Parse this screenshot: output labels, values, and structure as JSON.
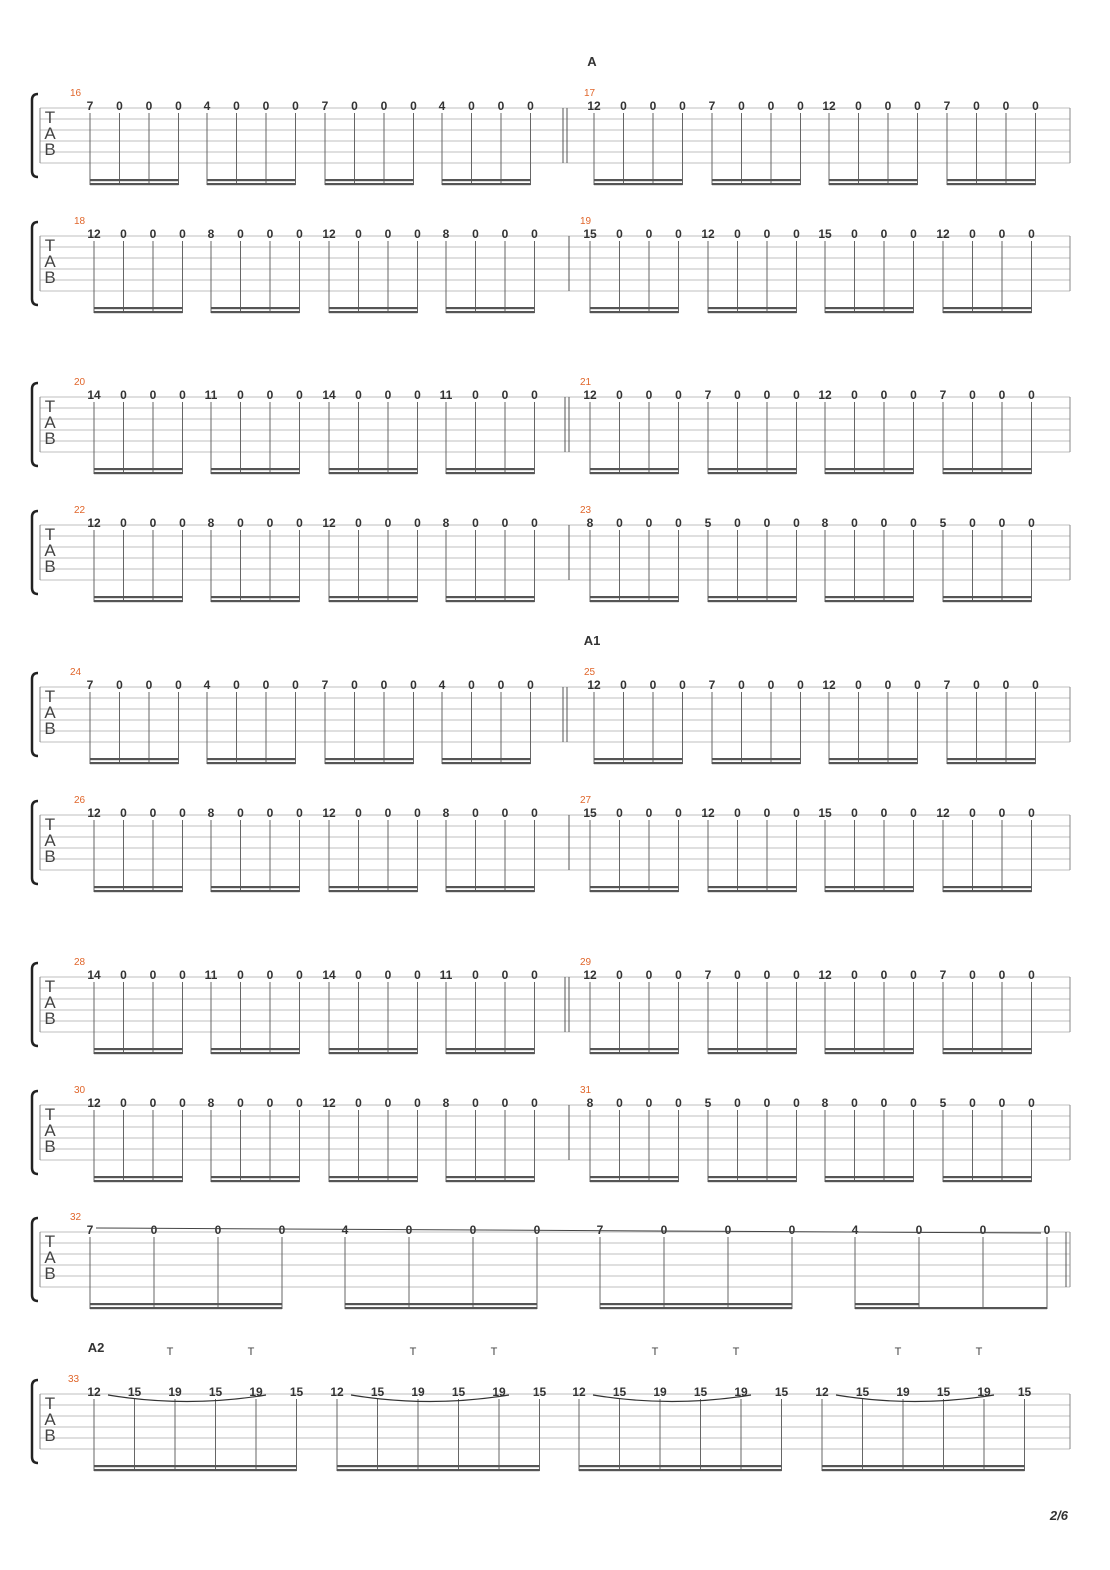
{
  "tab_clef": [
    "T",
    "A",
    "B"
  ],
  "page_number": "2/6",
  "systems": [
    {
      "section": "A",
      "measures": [
        {
          "number": "16",
          "notes": [
            "7",
            "0",
            "0",
            "0",
            "4",
            "0",
            "0",
            "0",
            "7",
            "0",
            "0",
            "0",
            "4",
            "0",
            "0",
            "0"
          ]
        },
        {
          "number": "17",
          "notes": [
            "12",
            "0",
            "0",
            "0",
            "7",
            "0",
            "0",
            "0",
            "12",
            "0",
            "0",
            "0",
            "7",
            "0",
            "0",
            "0"
          ]
        }
      ]
    },
    {
      "section": "",
      "measures": [
        {
          "number": "18",
          "notes": [
            "12",
            "0",
            "0",
            "0",
            "8",
            "0",
            "0",
            "0",
            "12",
            "0",
            "0",
            "0",
            "8",
            "0",
            "0",
            "0"
          ]
        },
        {
          "number": "19",
          "notes": [
            "15",
            "0",
            "0",
            "0",
            "12",
            "0",
            "0",
            "0",
            "15",
            "0",
            "0",
            "0",
            "12",
            "0",
            "0",
            "0"
          ]
        }
      ]
    },
    {
      "section": "",
      "measures": [
        {
          "number": "20",
          "notes": [
            "14",
            "0",
            "0",
            "0",
            "11",
            "0",
            "0",
            "0",
            "14",
            "0",
            "0",
            "0",
            "11",
            "0",
            "0",
            "0"
          ]
        },
        {
          "number": "21",
          "notes": [
            "12",
            "0",
            "0",
            "0",
            "7",
            "0",
            "0",
            "0",
            "12",
            "0",
            "0",
            "0",
            "7",
            "0",
            "0",
            "0"
          ]
        }
      ]
    },
    {
      "section": "",
      "measures": [
        {
          "number": "22",
          "notes": [
            "12",
            "0",
            "0",
            "0",
            "8",
            "0",
            "0",
            "0",
            "12",
            "0",
            "0",
            "0",
            "8",
            "0",
            "0",
            "0"
          ]
        },
        {
          "number": "23",
          "notes": [
            "8",
            "0",
            "0",
            "0",
            "5",
            "0",
            "0",
            "0",
            "8",
            "0",
            "0",
            "0",
            "5",
            "0",
            "0",
            "0"
          ]
        }
      ]
    },
    {
      "section": "A1",
      "measures": [
        {
          "number": "24",
          "notes": [
            "7",
            "0",
            "0",
            "0",
            "4",
            "0",
            "0",
            "0",
            "7",
            "0",
            "0",
            "0",
            "4",
            "0",
            "0",
            "0"
          ]
        },
        {
          "number": "25",
          "notes": [
            "12",
            "0",
            "0",
            "0",
            "7",
            "0",
            "0",
            "0",
            "12",
            "0",
            "0",
            "0",
            "7",
            "0",
            "0",
            "0"
          ]
        }
      ]
    },
    {
      "section": "",
      "measures": [
        {
          "number": "26",
          "notes": [
            "12",
            "0",
            "0",
            "0",
            "8",
            "0",
            "0",
            "0",
            "12",
            "0",
            "0",
            "0",
            "8",
            "0",
            "0",
            "0"
          ]
        },
        {
          "number": "27",
          "notes": [
            "15",
            "0",
            "0",
            "0",
            "12",
            "0",
            "0",
            "0",
            "15",
            "0",
            "0",
            "0",
            "12",
            "0",
            "0",
            "0"
          ]
        }
      ]
    },
    {
      "section": "",
      "measures": [
        {
          "number": "28",
          "notes": [
            "14",
            "0",
            "0",
            "0",
            "11",
            "0",
            "0",
            "0",
            "14",
            "0",
            "0",
            "0",
            "11",
            "0",
            "0",
            "0"
          ]
        },
        {
          "number": "29",
          "notes": [
            "12",
            "0",
            "0",
            "0",
            "7",
            "0",
            "0",
            "0",
            "12",
            "0",
            "0",
            "0",
            "7",
            "0",
            "0",
            "0"
          ]
        }
      ]
    },
    {
      "section": "",
      "measures": [
        {
          "number": "30",
          "notes": [
            "12",
            "0",
            "0",
            "0",
            "8",
            "0",
            "0",
            "0",
            "12",
            "0",
            "0",
            "0",
            "8",
            "0",
            "0",
            "0"
          ]
        },
        {
          "number": "31",
          "notes": [
            "8",
            "0",
            "0",
            "0",
            "5",
            "0",
            "0",
            "0",
            "8",
            "0",
            "0",
            "0",
            "5",
            "0",
            "0",
            "0"
          ]
        }
      ]
    },
    {
      "section": "",
      "measures": [
        {
          "number": "32",
          "notes": [
            "7",
            "0",
            "0",
            "0",
            "4",
            "0",
            "0",
            "0",
            "7",
            "0",
            "0",
            "0",
            "4",
            "0",
            "0",
            "0"
          ]
        }
      ]
    },
    {
      "section": "A2",
      "measures": [
        {
          "number": "33",
          "notes": [
            "12",
            "15",
            "19",
            "15",
            "19",
            "15",
            "12",
            "15",
            "19",
            "15",
            "19",
            "15",
            "12",
            "15",
            "19",
            "15",
            "19",
            "15",
            "12",
            "15",
            "19",
            "15",
            "19",
            "15"
          ],
          "tap_marks": [
            "T",
            "T",
            "T",
            "T",
            "T",
            "T",
            "T",
            "T"
          ]
        }
      ]
    }
  ]
}
